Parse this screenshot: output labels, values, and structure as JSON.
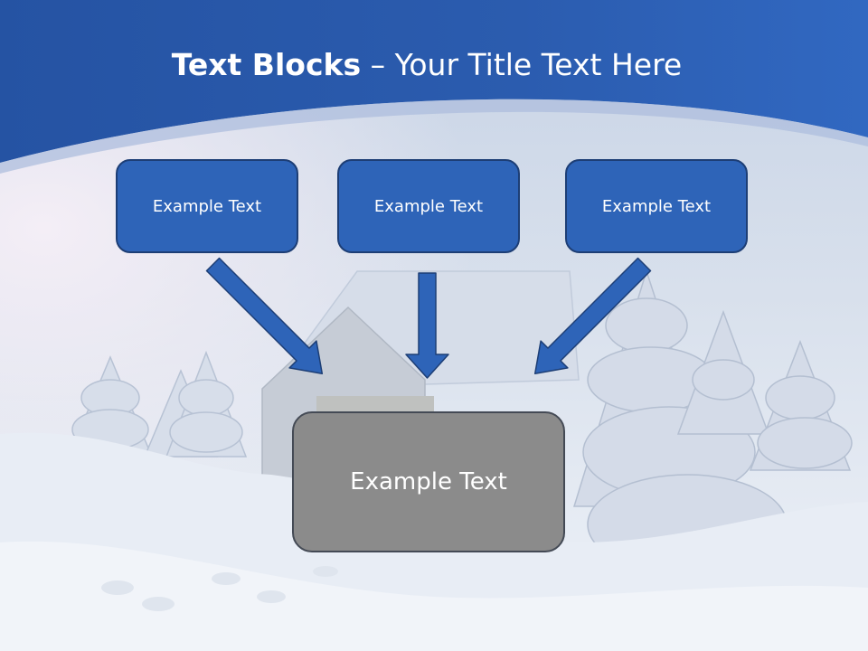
{
  "title": {
    "bold": "Text Blocks",
    "dash": " – ",
    "rest": "Your Title Text Here"
  },
  "boxes": {
    "top": [
      "Example Text",
      "Example Text",
      "Example Text"
    ],
    "bottom": "Example Text"
  },
  "colors": {
    "header_blue": "#2b5caf",
    "box_fill": "#2e64b8",
    "box_border": "#1d3e75",
    "arrow_fill": "#2e64b8",
    "bottom_box_fill": "#8b8b8b"
  }
}
